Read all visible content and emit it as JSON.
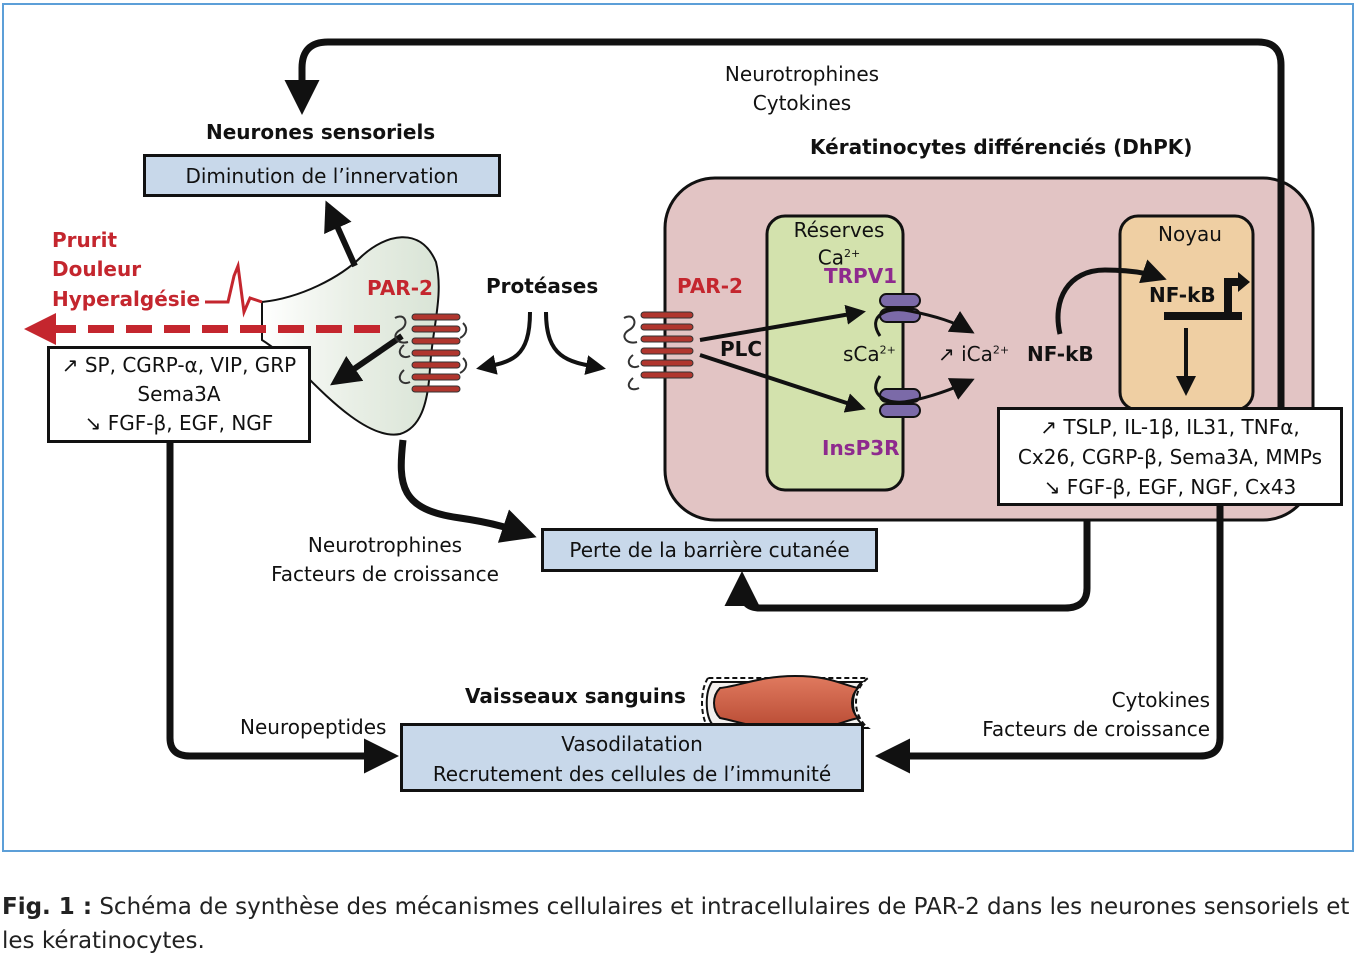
{
  "labels": {
    "top_messengers": [
      "Neurotrophines",
      "Cytokines"
    ],
    "sensory_neurons": "Neurones sensoriels",
    "keratinocytes": "Kératinocytes différenciés (DhPK)",
    "symptoms": [
      "Prurit",
      "Douleur",
      "Hyperalgésie"
    ],
    "par2_neuron": "PAR-2",
    "par2_kerat": "PAR-2",
    "proteases": "Protéases",
    "plc": "PLC",
    "reserves": "Réserves",
    "ca": "Ca",
    "ca_charge": "2+",
    "trpv1": "TRPV1",
    "insp3r": "InsP3R",
    "sca": "sCa",
    "ica": "iCa",
    "ica_prefix": "↗",
    "nfkb_mid": "NF-kB",
    "nucleus": "Noyau",
    "nfkb_nucleus": "NF-kB",
    "neuro_growth": [
      "Neurotrophines",
      "Facteurs de croissance"
    ],
    "vessels": "Vaisseaux sanguins",
    "neuropeptides": "Neuropeptides",
    "cyto_growth": [
      "Cytokines",
      "Facteurs de croissance"
    ]
  },
  "boxes": {
    "innervation": "Diminution de l’innervation",
    "neuron_mediators": [
      "↗ SP, CGRP-α, VIP, GRP",
      "Sema3A",
      "↘ FGF-β, EGF, NGF"
    ],
    "barrier": "Perte de la barrière cutanée",
    "kerat_mediators": [
      "↗ TSLP, IL-1β, IL31, TNFα,",
      "Cx26, CGRP-β, Sema3A, MMPs",
      "↘ FGF-β, EGF, NGF, Cx43"
    ],
    "vaso": [
      "Vasodilatation",
      "Recrutement des cellules de l’immunité"
    ]
  },
  "caption": {
    "label": "Fig. 1 :",
    "text": "Schéma de synthèse des mécanismes cellulaires et intracellulaires de PAR-2 dans les neurones sensoriels et les kératinocytes."
  },
  "colors": {
    "frame": "#5c9fd8",
    "cell": "#e2c4c4",
    "reserves": "#d3e2ad",
    "nucleus": "#efcfa3",
    "box_blue": "#c8d8ea",
    "red": "#c4262e",
    "purple": "#8e2a8e"
  }
}
